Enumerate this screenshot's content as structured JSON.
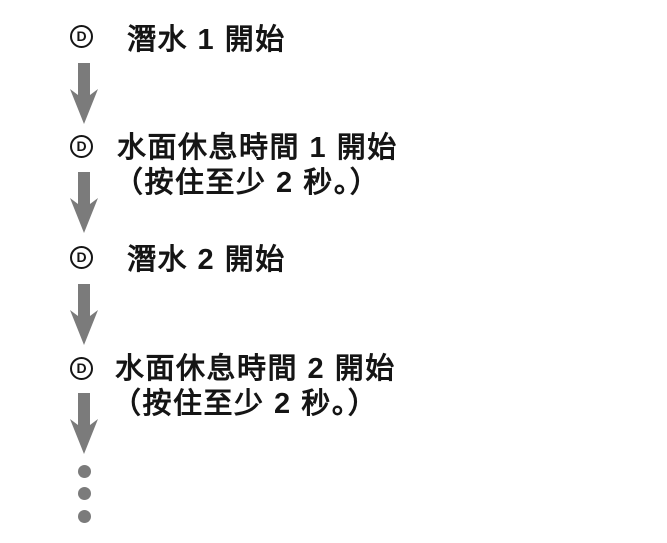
{
  "colors": {
    "background": "#ffffff",
    "text": "#151515",
    "arrow": "#7b7b7b"
  },
  "button_icon": {
    "glyph": "D"
  },
  "steps": [
    {
      "label": "潛水 1 開始",
      "note": ""
    },
    {
      "label": "水面休息時間 1 開始",
      "note": "（按住至少 2 秒。）"
    },
    {
      "label": "潛水 2 開始",
      "note": ""
    },
    {
      "label": "水面休息時間 2 開始",
      "note": "（按住至少 2 秒。）"
    }
  ],
  "continuation": {
    "dot_count": 3
  }
}
